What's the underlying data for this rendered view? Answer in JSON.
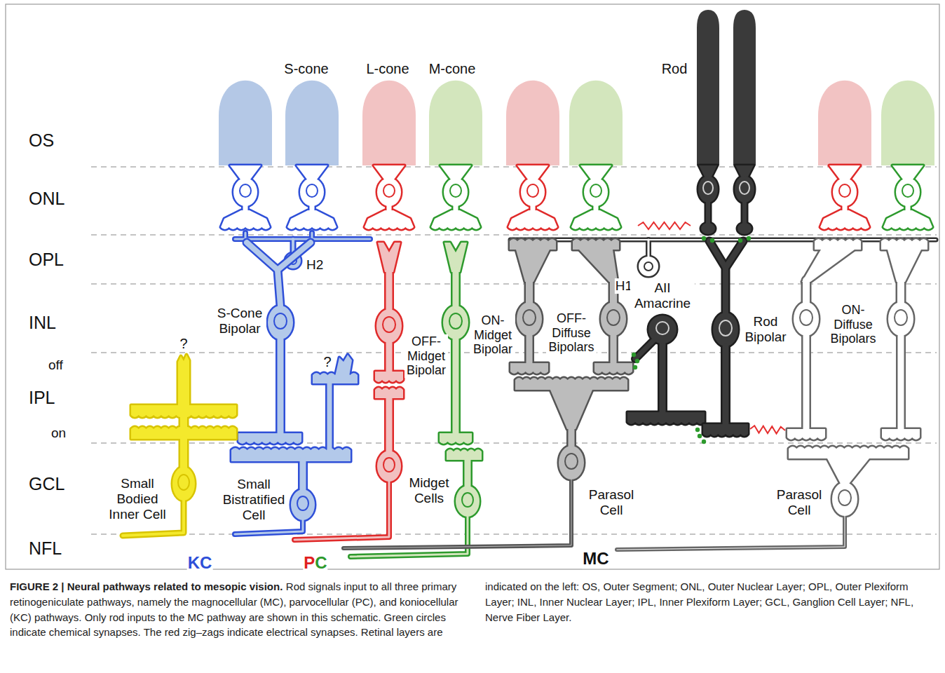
{
  "diagram": {
    "title": "FIGURE 2 | Neural pathways related to mesopic vision.",
    "caption": "Rod signals input to all three primary retinogeniculate pathways, namely the magnocellular (MC), parvocellular (PC), and koniocellular (KC) pathways. Only rod inputs to the MC pathway are shown in this schematic. Green circles indicate chemical synapses. The red zig–zags indicate electrical synapses. Retinal layers are indicated on the left: OS, Outer Segment; ONL, Outer Nuclear Layer; OPL, Outer Plexiform Layer; INL, Inner Nuclear Layer; IPL, Inner Plexiform Layer; GCL, Ganglion Cell Layer; NFL, Nerve Fiber Layer.",
    "labels": [
      "S-cone",
      "L-cone",
      "M-cone",
      "Rod",
      "OS",
      "ONL",
      "OPL",
      "INL",
      "off",
      "IPL",
      "on",
      "GCL",
      "NFL",
      "H2",
      "H1",
      "S-Cone Bipolar",
      "?",
      "?",
      "OFF-Midget Bipolar",
      "ON-Midget Bipolar",
      "OFF-Diffuse Bipolars",
      "AII Amacrine",
      "Rod Bipolar",
      "ON-Diffuse Bipolars",
      "Small Bodied Inner Cell",
      "Small Bistratified Cell",
      "Midget Cells",
      "Parasol Cell",
      "Parasol Cell",
      "KC",
      "PC",
      "MC"
    ]
  }
}
